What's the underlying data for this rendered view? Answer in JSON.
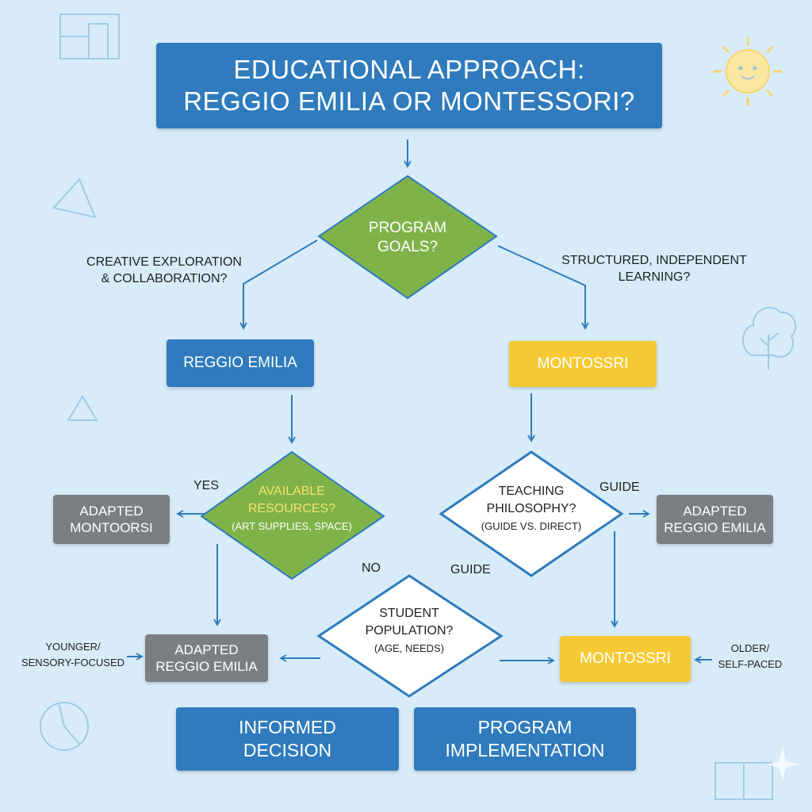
{
  "title": {
    "line1": "EDUCATIONAL APPROACH:",
    "line2": "REGGIO EMILIA OR MONTESSORI?"
  },
  "decision_goals": {
    "line1": "PROGRAM",
    "line2": "GOALS?"
  },
  "branch_left_label": {
    "line1": "CREATIVE EXPLORATION",
    "line2": "& COLLABORATION?"
  },
  "branch_right_label": {
    "line1": "STRUCTURED, INDEPENDENT",
    "line2": "LEARNING?"
  },
  "node_reggio": "REGGIO EMILIA",
  "node_montessori_top": "MONTOSSRI",
  "decision_resources": {
    "line1": "AVAILABLE",
    "line2": "RESOURCES?",
    "line3": "(ART SUPPLIES, SPACE)"
  },
  "decision_philosophy": {
    "line1": "TEACHING",
    "line2": "PHILOSOPHY?",
    "line3": "(GUIDE VS. DIRECT)"
  },
  "decision_population": {
    "line1": "STUDENT",
    "line2": "POPULATION?",
    "line3": "(AGE, NEEDS)"
  },
  "edge_labels": {
    "yes": "YES",
    "no": "NO",
    "guide_right": "GUIDE",
    "guide_lower": "GUIDE"
  },
  "node_adapted_montessori": {
    "line1": "ADAPTED",
    "line2": "MONTOORSI"
  },
  "node_adapted_reggio_right": {
    "line1": "ADAPTED",
    "line2": "REGGIO EMILIA"
  },
  "node_adapted_reggio_left": {
    "line1": "ADAPTED",
    "line2": "REGGIO EMILIA"
  },
  "node_montessori_bottom": "MONTOSSRI",
  "side_label_younger": {
    "line1": "YOUNGER/",
    "line2": "SENSORY-FOCUSED"
  },
  "side_label_older": {
    "line1": "OLDER/",
    "line2": "SELF-PACED"
  },
  "outcome_informed": {
    "line1": "INFORMED",
    "line2": "DECISION"
  },
  "outcome_program": {
    "line1": "PROGRAM",
    "line2": "IMPLEMENTATION"
  },
  "colors": {
    "background": "#d7ecf8",
    "blue": "#2f7bbd",
    "green": "#7fb34a",
    "yellow": "#f6c934",
    "gray": "#7b7f84",
    "arrow": "#2f7bbd",
    "diamond_border": "#2f7bbd"
  },
  "decorations": [
    "window-icon",
    "sun-icon",
    "triangle-icon",
    "tree-icon",
    "triangle-small-icon",
    "circle-icon",
    "square-icon",
    "sparkle-icon"
  ]
}
